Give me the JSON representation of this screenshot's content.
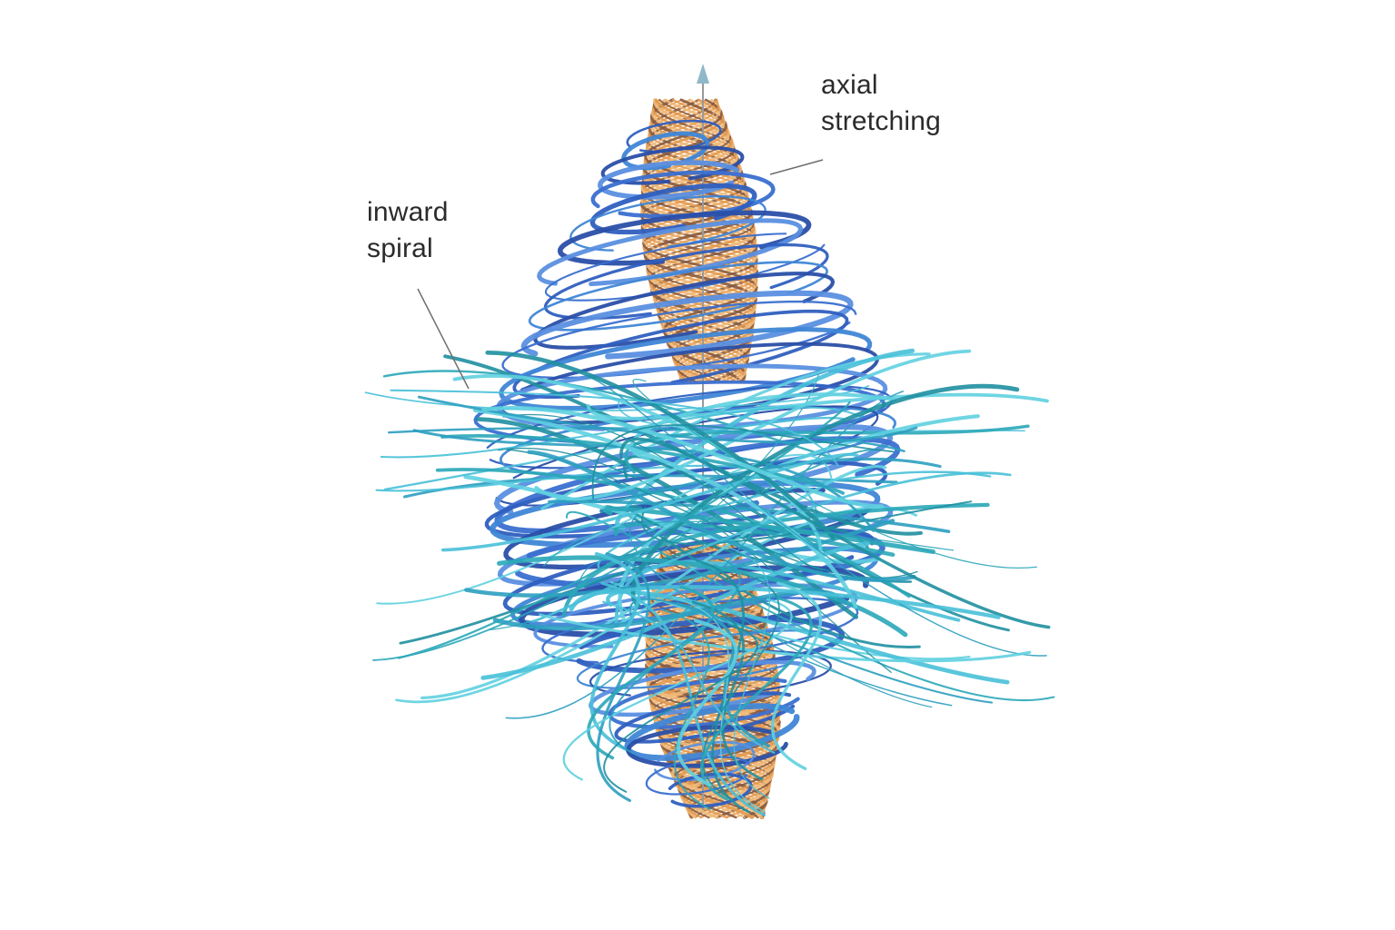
{
  "labels": {
    "axial_stretching": {
      "line1": "axial",
      "line2": "stretching"
    },
    "inward_spiral": {
      "line1": "inward",
      "line2": "spiral"
    }
  },
  "colors": {
    "background": "#ffffff",
    "core_orange": "#e39a4f",
    "core_brown": "#8a5a3c",
    "inner_blue": "#2f5fbf",
    "mid_blue": "#3f86d6",
    "outer_teal": "#2aa7b8",
    "outer_cyan": "#5fd0e0",
    "axis_gray": "#9a9a9a",
    "text": "#2b2b2b"
  },
  "icons": {
    "axis_arrow": "arrow-up-icon"
  }
}
